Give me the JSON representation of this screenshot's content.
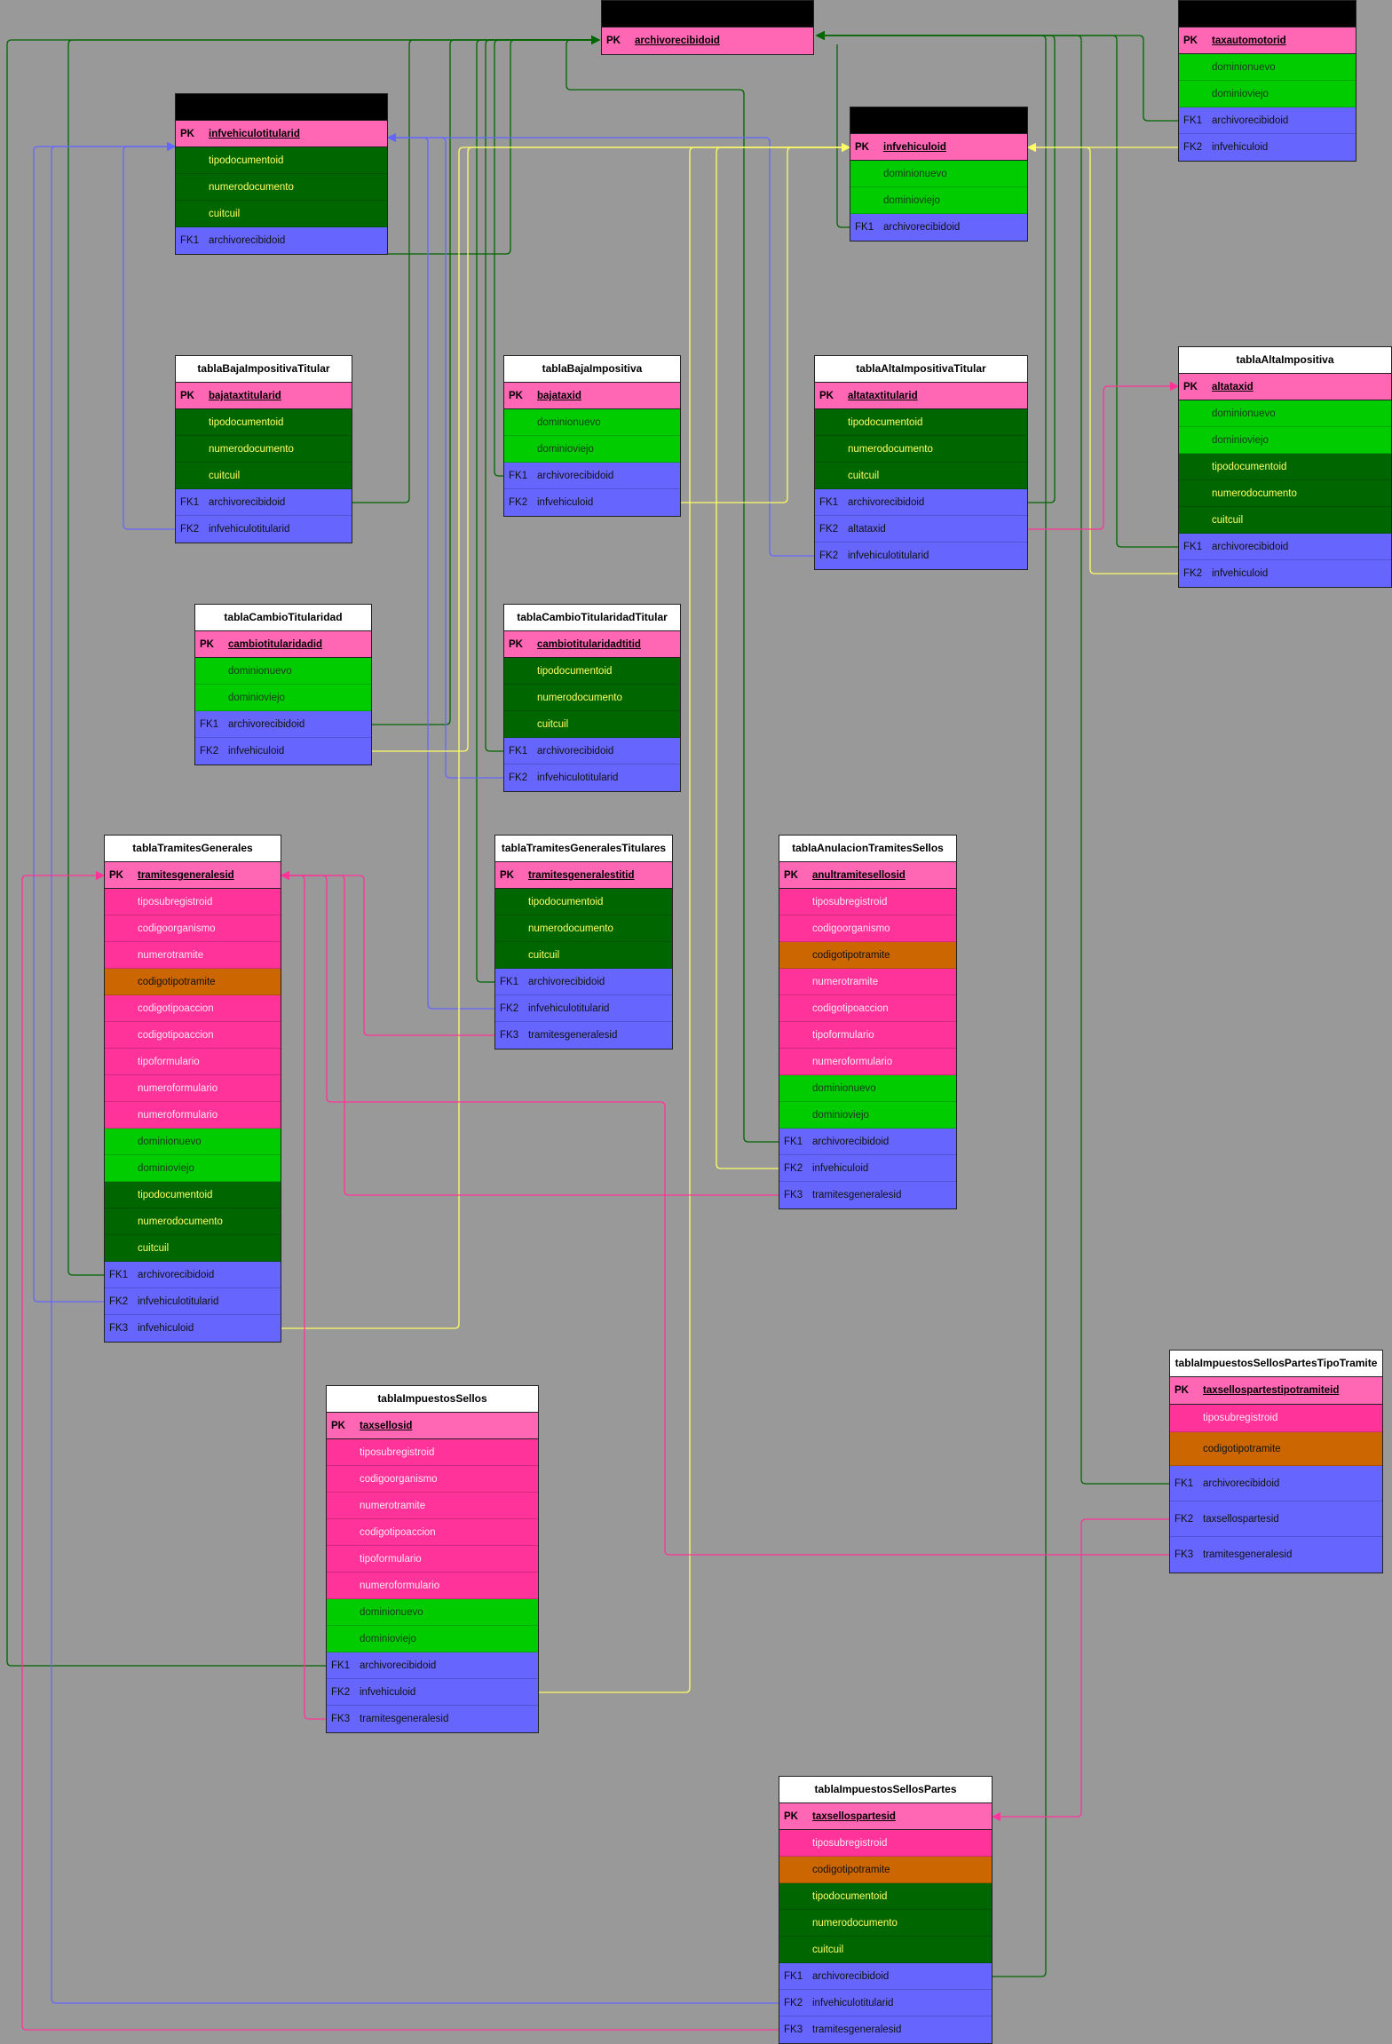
{
  "colors": {
    "background": "#999999",
    "pk": "#ff66b3",
    "green": "#00cc00",
    "dgreen": "#006600",
    "pink": "#ff3399",
    "orange": "#cc6600",
    "fk": "#6666ff",
    "edge_green": "#006600",
    "edge_blue": "#6666ff",
    "edge_yellow": "#ffff66",
    "edge_pink": "#ff3399"
  },
  "entities": [
    {
      "id": "archivorecibido",
      "title": "",
      "rows": [
        {
          "key": "PK",
          "field": "archivorecibidoid",
          "type": "pk"
        }
      ]
    },
    {
      "id": "taxautomotor",
      "title": "",
      "rows": [
        {
          "key": "PK",
          "field": "taxautomotorid",
          "type": "pk"
        },
        {
          "key": "",
          "field": "dominionuevo",
          "type": "green"
        },
        {
          "key": "",
          "field": "dominioviejo",
          "type": "green"
        },
        {
          "key": "FK1",
          "field": "archivorecibidoid",
          "type": "fk"
        },
        {
          "key": "FK2",
          "field": "infvehiculoid",
          "type": "fk"
        }
      ]
    },
    {
      "id": "infvehiculotitular",
      "title": "",
      "rows": [
        {
          "key": "PK",
          "field": "infvehiculotitularid",
          "type": "pk"
        },
        {
          "key": "",
          "field": "tipodocumentoid",
          "type": "dgreen"
        },
        {
          "key": "",
          "field": "numerodocumento",
          "type": "dgreen"
        },
        {
          "key": "",
          "field": "cuitcuil",
          "type": "dgreen"
        },
        {
          "key": "FK1",
          "field": "archivorecibidoid",
          "type": "fk"
        }
      ]
    },
    {
      "id": "infvehiculo",
      "title": "",
      "rows": [
        {
          "key": "PK",
          "field": "infvehiculoid",
          "type": "pk"
        },
        {
          "key": "",
          "field": "dominionuevo",
          "type": "green"
        },
        {
          "key": "",
          "field": "dominioviejo",
          "type": "green"
        },
        {
          "key": "FK1",
          "field": "archivorecibidoid",
          "type": "fk"
        }
      ]
    },
    {
      "id": "bajaimpositivatitular",
      "title": "tablaBajaImpositivaTitular",
      "rows": [
        {
          "key": "PK",
          "field": "bajataxtitularid",
          "type": "pk"
        },
        {
          "key": "",
          "field": "tipodocumentoid",
          "type": "dgreen"
        },
        {
          "key": "",
          "field": "numerodocumento",
          "type": "dgreen"
        },
        {
          "key": "",
          "field": "cuitcuil",
          "type": "dgreen"
        },
        {
          "key": "FK1",
          "field": "archivorecibidoid",
          "type": "fk"
        },
        {
          "key": "FK2",
          "field": "infvehiculotitularid",
          "type": "fk"
        }
      ]
    },
    {
      "id": "bajaimpositiva",
      "title": "tablaBajaImpositiva",
      "rows": [
        {
          "key": "PK",
          "field": "bajataxid",
          "type": "pk"
        },
        {
          "key": "",
          "field": "dominionuevo",
          "type": "green"
        },
        {
          "key": "",
          "field": "dominioviejo",
          "type": "green"
        },
        {
          "key": "FK1",
          "field": "archivorecibidoid",
          "type": "fk"
        },
        {
          "key": "FK2",
          "field": "infvehiculoid",
          "type": "fk"
        }
      ]
    },
    {
      "id": "altaimpositivatitular",
      "title": "tablaAltaImpositivaTitular",
      "rows": [
        {
          "key": "PK",
          "field": "altataxtitularid",
          "type": "pk"
        },
        {
          "key": "",
          "field": "tipodocumentoid",
          "type": "dgreen"
        },
        {
          "key": "",
          "field": "numerodocumento",
          "type": "dgreen"
        },
        {
          "key": "",
          "field": "cuitcuil",
          "type": "dgreen"
        },
        {
          "key": "FK1",
          "field": "archivorecibidoid",
          "type": "fk"
        },
        {
          "key": "FK2",
          "field": "altataxid",
          "type": "fk"
        },
        {
          "key": "FK2",
          "field": "infvehiculotitularid",
          "type": "fk"
        }
      ]
    },
    {
      "id": "altaimpositiva",
      "title": "tablaAltaImpositiva",
      "rows": [
        {
          "key": "PK",
          "field": "altataxid",
          "type": "pk"
        },
        {
          "key": "",
          "field": "dominionuevo",
          "type": "green"
        },
        {
          "key": "",
          "field": "dominioviejo",
          "type": "green"
        },
        {
          "key": "",
          "field": "tipodocumentoid",
          "type": "dgreen"
        },
        {
          "key": "",
          "field": "numerodocumento",
          "type": "dgreen"
        },
        {
          "key": "",
          "field": "cuitcuil",
          "type": "dgreen"
        },
        {
          "key": "FK1",
          "field": "archivorecibidoid",
          "type": "fk"
        },
        {
          "key": "FK2",
          "field": "infvehiculoid",
          "type": "fk"
        }
      ]
    },
    {
      "id": "cambiotitularidad",
      "title": "tablaCambioTitularidad",
      "rows": [
        {
          "key": "PK",
          "field": "cambiotitularidadid",
          "type": "pk"
        },
        {
          "key": "",
          "field": "dominionuevo",
          "type": "green"
        },
        {
          "key": "",
          "field": "dominioviejo",
          "type": "green"
        },
        {
          "key": "FK1",
          "field": "archivorecibidoid",
          "type": "fk"
        },
        {
          "key": "FK2",
          "field": "infvehiculoid",
          "type": "fk"
        }
      ]
    },
    {
      "id": "cambiotitularidadtitular",
      "title": "tablaCambioTitularidadTitular",
      "rows": [
        {
          "key": "PK",
          "field": "cambiotitularidadtitid",
          "type": "pk"
        },
        {
          "key": "",
          "field": "tipodocumentoid",
          "type": "dgreen"
        },
        {
          "key": "",
          "field": "numerodocumento",
          "type": "dgreen"
        },
        {
          "key": "",
          "field": "cuitcuil",
          "type": "dgreen"
        },
        {
          "key": "FK1",
          "field": "archivorecibidoid",
          "type": "fk"
        },
        {
          "key": "FK2",
          "field": "infvehiculotitularid",
          "type": "fk"
        }
      ]
    },
    {
      "id": "tramitesgenerales",
      "title": "tablaTramitesGenerales",
      "rows": [
        {
          "key": "PK",
          "field": "tramitesgeneralesid",
          "type": "pk"
        },
        {
          "key": "",
          "field": "tiposubregistroid",
          "type": "pink"
        },
        {
          "key": "",
          "field": "codigoorganismo",
          "type": "pink"
        },
        {
          "key": "",
          "field": "numerotramite",
          "type": "pink"
        },
        {
          "key": "",
          "field": "codigotipotramite",
          "type": "orange"
        },
        {
          "key": "",
          "field": "codigotipoaccion",
          "type": "pink"
        },
        {
          "key": "",
          "field": "codigotipoaccion",
          "type": "pink"
        },
        {
          "key": "",
          "field": "tipoformulario",
          "type": "pink"
        },
        {
          "key": "",
          "field": "numeroformulario",
          "type": "pink"
        },
        {
          "key": "",
          "field": "numeroformulario",
          "type": "pink"
        },
        {
          "key": "",
          "field": "dominionuevo",
          "type": "green"
        },
        {
          "key": "",
          "field": "dominioviejo",
          "type": "green"
        },
        {
          "key": "",
          "field": "tipodocumentoid",
          "type": "dgreen"
        },
        {
          "key": "",
          "field": "numerodocumento",
          "type": "dgreen"
        },
        {
          "key": "",
          "field": "cuitcuil",
          "type": "dgreen"
        },
        {
          "key": "FK1",
          "field": "archivorecibidoid",
          "type": "fk"
        },
        {
          "key": "FK2",
          "field": "infvehiculotitularid",
          "type": "fk"
        },
        {
          "key": "FK3",
          "field": "infvehiculoid",
          "type": "fk"
        }
      ]
    },
    {
      "id": "tramitesgeneralestitulares",
      "title": "tablaTramitesGeneralesTitulares",
      "rows": [
        {
          "key": "PK",
          "field": "tramitesgeneralestitid",
          "type": "pk"
        },
        {
          "key": "",
          "field": "tipodocumentoid",
          "type": "dgreen"
        },
        {
          "key": "",
          "field": "numerodocumento",
          "type": "dgreen"
        },
        {
          "key": "",
          "field": "cuitcuil",
          "type": "dgreen"
        },
        {
          "key": "FK1",
          "field": "archivorecibidoid",
          "type": "fk"
        },
        {
          "key": "FK2",
          "field": "infvehiculotitularid",
          "type": "fk"
        },
        {
          "key": "FK3",
          "field": "tramitesgeneralesid",
          "type": "fk"
        }
      ]
    },
    {
      "id": "anulaciontramitessellos",
      "title": "tablaAnulacionTramitesSellos",
      "rows": [
        {
          "key": "PK",
          "field": "anultramitesellosid",
          "type": "pk"
        },
        {
          "key": "",
          "field": "tiposubregistroid",
          "type": "pink"
        },
        {
          "key": "",
          "field": "codigoorganismo",
          "type": "pink"
        },
        {
          "key": "",
          "field": "codigotipotramite",
          "type": "orange"
        },
        {
          "key": "",
          "field": "numerotramite",
          "type": "pink"
        },
        {
          "key": "",
          "field": "codigotipoaccion",
          "type": "pink"
        },
        {
          "key": "",
          "field": "tipoformulario",
          "type": "pink"
        },
        {
          "key": "",
          "field": "numeroformulario",
          "type": "pink"
        },
        {
          "key": "",
          "field": "dominionuevo",
          "type": "green"
        },
        {
          "key": "",
          "field": "dominioviejo",
          "type": "green"
        },
        {
          "key": "FK1",
          "field": "archivorecibidoid",
          "type": "fk"
        },
        {
          "key": "FK2",
          "field": "infvehiculoid",
          "type": "fk"
        },
        {
          "key": "FK3",
          "field": "tramitesgeneralesid",
          "type": "fk"
        }
      ]
    },
    {
      "id": "impuestossellospartestipotramite",
      "title": "tablaImpuestosSellosPartesTipoTramite",
      "rows": [
        {
          "key": "PK",
          "field": "taxsellospartestipotramiteid",
          "type": "pk"
        },
        {
          "key": "",
          "field": "tiposubregistroid",
          "type": "pink"
        },
        {
          "key": "",
          "field": "codigotipotramite",
          "type": "orange"
        },
        {
          "key": "FK1",
          "field": "archivorecibidoid",
          "type": "fk"
        },
        {
          "key": "FK2",
          "field": "taxsellospartesid",
          "type": "fk"
        },
        {
          "key": "FK3",
          "field": "tramitesgeneralesid",
          "type": "fk"
        }
      ]
    },
    {
      "id": "impuestossellos",
      "title": "tablaImpuestosSellos",
      "rows": [
        {
          "key": "PK",
          "field": "taxsellosid",
          "type": "pk"
        },
        {
          "key": "",
          "field": "tiposubregistroid",
          "type": "pink"
        },
        {
          "key": "",
          "field": "codigoorganismo",
          "type": "pink"
        },
        {
          "key": "",
          "field": "numerotramite",
          "type": "pink"
        },
        {
          "key": "",
          "field": "codigotipoaccion",
          "type": "pink"
        },
        {
          "key": "",
          "field": "tipoformulario",
          "type": "pink"
        },
        {
          "key": "",
          "field": "numeroformulario",
          "type": "pink"
        },
        {
          "key": "",
          "field": "dominionuevo",
          "type": "green"
        },
        {
          "key": "",
          "field": "dominioviejo",
          "type": "green"
        },
        {
          "key": "FK1",
          "field": "archivorecibidoid",
          "type": "fk"
        },
        {
          "key": "FK2",
          "field": "infvehiculoid",
          "type": "fk"
        },
        {
          "key": "FK3",
          "field": "tramitesgeneralesid",
          "type": "fk"
        }
      ]
    },
    {
      "id": "impuestossellospartes",
      "title": "tablaImpuestosSellosPartes",
      "rows": [
        {
          "key": "PK",
          "field": "taxsellospartesid",
          "type": "pk"
        },
        {
          "key": "",
          "field": "tiposubregistroid",
          "type": "pink"
        },
        {
          "key": "",
          "field": "codigotipotramite",
          "type": "orange"
        },
        {
          "key": "",
          "field": "tipodocumentoid",
          "type": "dgreen"
        },
        {
          "key": "",
          "field": "numerodocumento",
          "type": "dgreen"
        },
        {
          "key": "",
          "field": "cuitcuil",
          "type": "dgreen"
        },
        {
          "key": "FK1",
          "field": "archivorecibidoid",
          "type": "fk"
        },
        {
          "key": "FK2",
          "field": "infvehiculotitularid",
          "type": "fk"
        },
        {
          "key": "FK3",
          "field": "tramitesgeneralesid",
          "type": "fk"
        }
      ]
    }
  ]
}
